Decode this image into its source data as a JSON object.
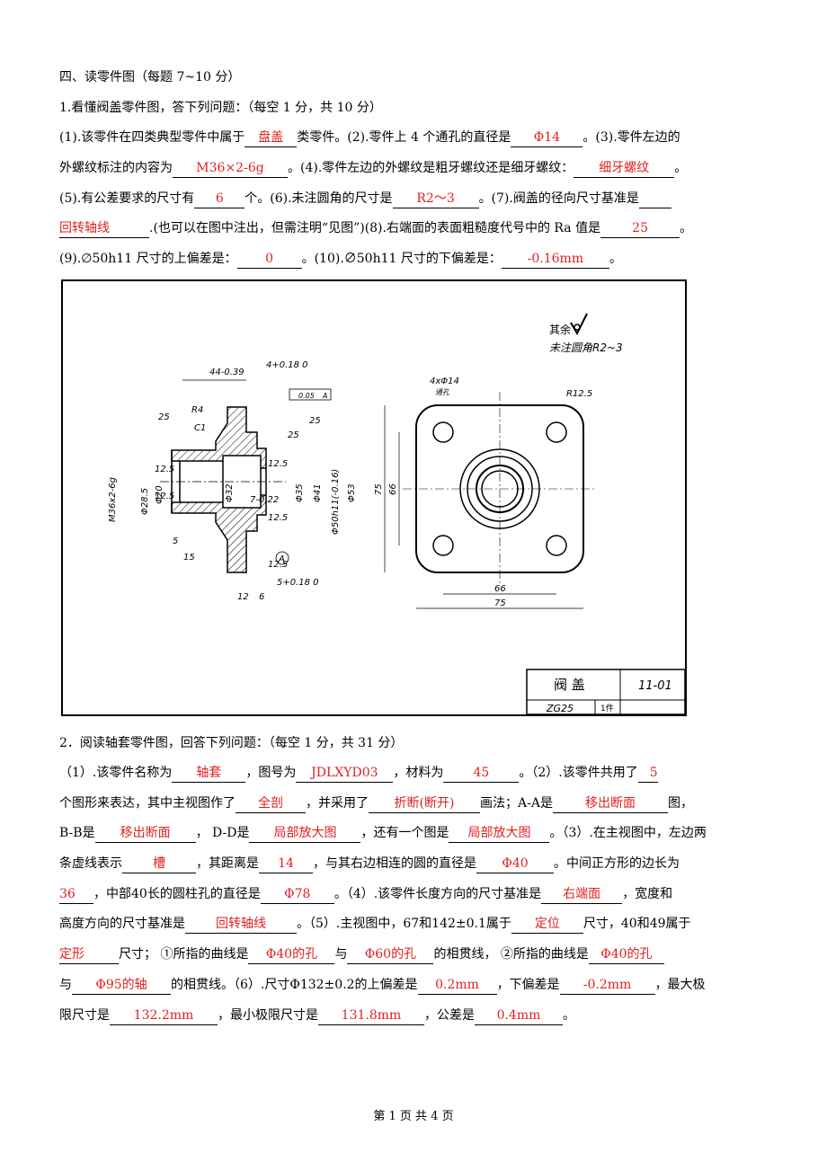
{
  "section_title": "四、读零件图（每题 7~10 分）",
  "q1": {
    "title": "1.看懂阀盖零件图，答下列问题：（每空 1 分，共 10 分）",
    "l1": [
      "(1).该零件在四类典型零件中属于",
      "盘盖",
      "类零件。(2).零件上 4 个通孔的直径是",
      "Φ14",
      "。(3).零件左边的"
    ],
    "l2": [
      "外螺纹标注的内容为",
      "M36×2-6g",
      "。(4).零件左边的外螺纹是粗牙螺纹还是细牙螺纹：",
      "细牙螺纹",
      "。"
    ],
    "l3": [
      "(5).有公差要求的尺寸有",
      "6",
      "个。(6).未注圆角的尺寸是",
      "R2～3",
      "。(7).阀盖的径向尺寸基准是"
    ],
    "l4": [
      "回转轴线",
      ".(也可以在图中注出，但需注明“见图”)(8).右端面的表面粗糙度代号中的 Ra 值是",
      "25",
      "。"
    ],
    "l5": [
      "(9).∅50h11 尺寸的上偏差是：",
      "0",
      "。(10).∅50h11 尺寸的下偏差是：",
      "-0.16mm",
      "。"
    ]
  },
  "drawing": {
    "note1": "其余",
    "note2": "未注圆角R2~3",
    "dims": {
      "d44": "44-0.39",
      "d4": "4+0.18 0",
      "tol": "0.05",
      "datum": "A",
      "r4": "R4",
      "c1": "C1",
      "ra25a": "25",
      "ra25b": "25",
      "ra25c": "25",
      "ra125a": "12.5",
      "ra125b": "12.5",
      "ra125c": "12.5",
      "ra125d": "12.5",
      "ra125e": "12.5",
      "m36": "M36x2-6g",
      "d285": "Φ28.5",
      "d20": "Φ20",
      "d32": "Φ32",
      "d35": "Φ35",
      "d41": "Φ41",
      "d50": "Φ50h11(-0.16)",
      "d53": "Φ53",
      "d7": "7-0.22",
      "d5": "5",
      "d15": "15",
      "d12": "12",
      "d6": "6",
      "d5b": "5+0.18 0",
      "circA": "A",
      "holes": "4xΦ14",
      "through": "通孔",
      "r125": "R12.5",
      "d75v": "75",
      "d66v": "66",
      "d66h": "66",
      "d75h": "75"
    },
    "title_block": {
      "name": "阀  盖",
      "number": "11-01",
      "material": "ZG25",
      "qty": "1件"
    }
  },
  "q2": {
    "title": "2．阅读轴套零件图，回答下列问题：（每空 1 分，共 31 分）",
    "l1": [
      "（1）.该零件名称为",
      "轴套",
      "，图号为",
      "JDLXYD03",
      "，材料为",
      "45",
      "。（2）.该零件共用了",
      "5"
    ],
    "l2": [
      "个图形来表达，其中主视图作了",
      "全剖",
      "，并采用了",
      "折断(断开)",
      "画法；A-A是",
      "移出断面",
      "图，"
    ],
    "l3": [
      "B-B是",
      "移出断面",
      "， D-D是",
      "局部放大图",
      "，还有一个图是",
      "局部放大图",
      "。（3）.在主视图中，左边两"
    ],
    "l4": [
      "条虚线表示",
      "槽",
      "，其距离是",
      "14",
      "，与其右边相连的圆的直径是",
      "Φ40",
      "。中间正方形的边长为"
    ],
    "l5": [
      "36",
      "，中部40长的圆柱孔的直径是",
      "Φ78",
      "。（4）.该零件长度方向的尺寸基准是",
      "右端面",
      "，宽度和"
    ],
    "l6": [
      "高度方向的尺寸基准是",
      "回转轴线",
      "。（5）.主视图中，67和142±0.1属于",
      "定位",
      "尺寸，40和49属于"
    ],
    "l7": [
      "定形",
      "尺寸； ①所指的曲线是",
      "Φ40的孔",
      "与",
      "Φ60的孔",
      "的相贯线， ②所指的曲线是",
      "Φ40的孔"
    ],
    "l8": [
      "与",
      "Φ95的轴",
      "的相贯线。（6）.尺寸Φ132±0.2的上偏差是",
      "0.2mm",
      "，下偏差是",
      "-0.2mm",
      "，最大极"
    ],
    "l9": [
      "限尺寸是",
      "132.2mm",
      "，最小极限尺寸是",
      "131.8mm",
      "，公差是",
      "0.4mm",
      "。"
    ]
  },
  "footer": "第 1 页 共 4 页"
}
